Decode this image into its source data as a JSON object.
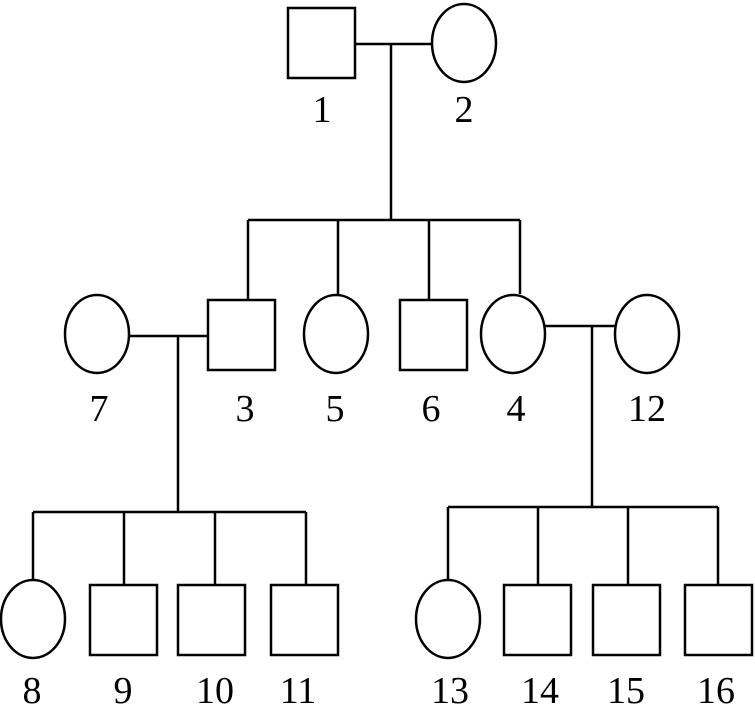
{
  "individuals": [
    {
      "id": "1",
      "sex": "male",
      "label": "1"
    },
    {
      "id": "2",
      "sex": "female",
      "label": "2"
    },
    {
      "id": "7",
      "sex": "female",
      "label": "7"
    },
    {
      "id": "3",
      "sex": "male",
      "label": "3"
    },
    {
      "id": "5",
      "sex": "female",
      "label": "5"
    },
    {
      "id": "6",
      "sex": "male",
      "label": "6"
    },
    {
      "id": "4",
      "sex": "female",
      "label": "4"
    },
    {
      "id": "12",
      "sex": "female",
      "label": "12"
    },
    {
      "id": "8",
      "sex": "female",
      "label": "8"
    },
    {
      "id": "9",
      "sex": "male",
      "label": "9"
    },
    {
      "id": "10",
      "sex": "male",
      "label": "10"
    },
    {
      "id": "11",
      "sex": "male",
      "label": "11"
    },
    {
      "id": "13",
      "sex": "female",
      "label": "13"
    },
    {
      "id": "14",
      "sex": "male",
      "label": "14"
    },
    {
      "id": "15",
      "sex": "male",
      "label": "15"
    },
    {
      "id": "16",
      "sex": "male",
      "label": "16"
    }
  ],
  "couples": [
    {
      "partners": [
        "1",
        "2"
      ],
      "children": [
        "3",
        "5",
        "6",
        "4"
      ]
    },
    {
      "partners": [
        "7",
        "3"
      ],
      "children": [
        "8",
        "9",
        "10",
        "11"
      ]
    },
    {
      "partners": [
        "4",
        "12"
      ],
      "children": [
        "13",
        "14",
        "15",
        "16"
      ]
    }
  ]
}
